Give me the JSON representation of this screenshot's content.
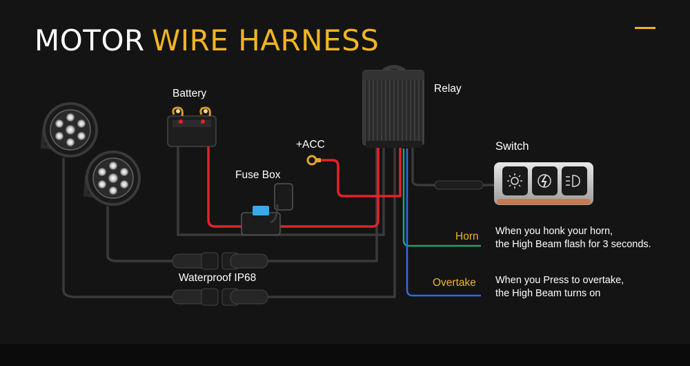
{
  "title": {
    "part1": "MOTOR",
    "part2": "WIRE HARNESS"
  },
  "labels": {
    "battery": "Battery",
    "relay": "Relay",
    "acc": "+ACC",
    "switch": "Switch",
    "fuse_box": "Fuse Box",
    "waterproof": "Waterproof IP68"
  },
  "horn": {
    "label": "Horn",
    "line1": "When you honk your horn,",
    "line2": "the High Beam flash for 3 seconds."
  },
  "overtake": {
    "label": "Overtake",
    "line1": "When you Press to overtake,",
    "line2": "the High Beam turns on"
  },
  "colors": {
    "accent": "#f1b523",
    "red_wire": "#e8202a",
    "green_wire": "#1fa36b",
    "blue_wire": "#2a6de8",
    "black_wire": "#3a3a3a"
  },
  "icons": {
    "switch_buttons": [
      "sun-icon",
      "flash-icon",
      "headlight-icon"
    ]
  }
}
